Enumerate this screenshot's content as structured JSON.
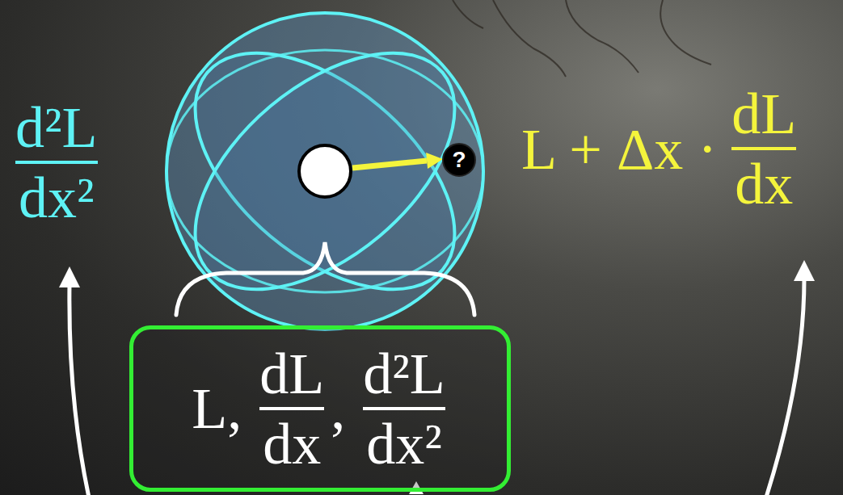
{
  "diagram": {
    "nodes": [
      {
        "text": [
          "?"
        ]
      },
      {
        "text": [
          "L,",
          "dL",
          "dx",
          ",",
          "d²L",
          "dx²"
        ]
      }
    ],
    "labels": [
      "d²L",
      "dx²",
      "L + Δx ·",
      "dL",
      "dx"
    ]
  }
}
